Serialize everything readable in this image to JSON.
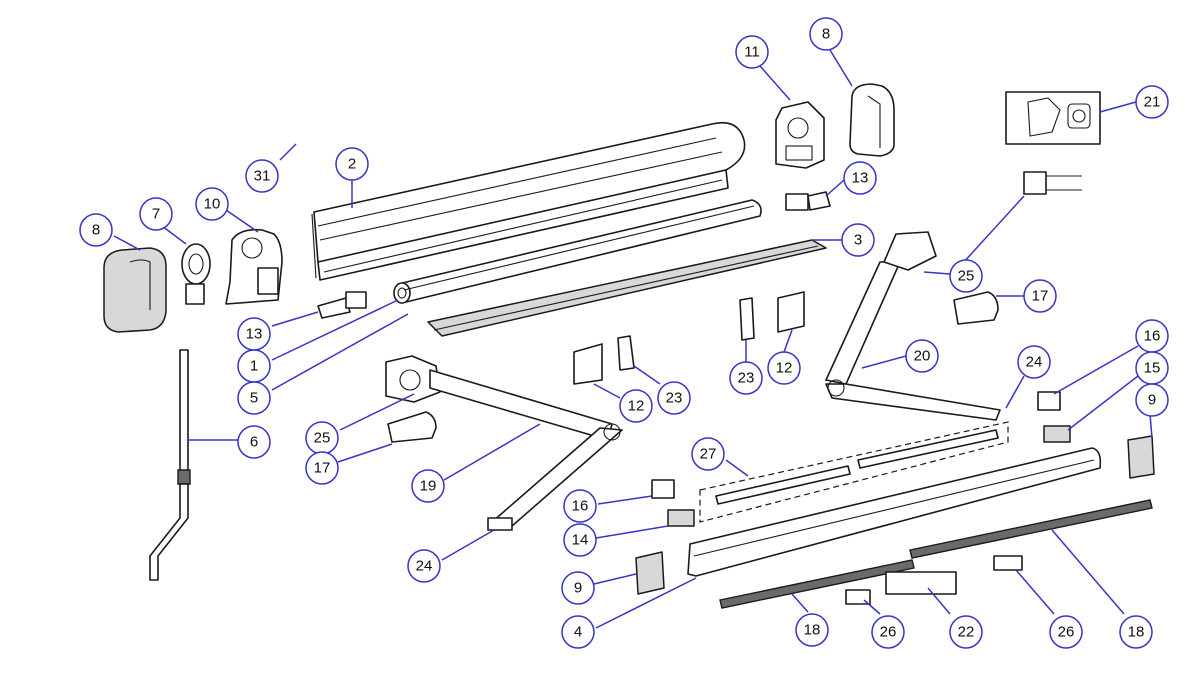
{
  "style": {
    "callout_color": "#3535c8",
    "line_color": "#1a1a1a"
  },
  "callouts": [
    {
      "id": "c31",
      "label": "31"
    },
    {
      "id": "c2",
      "label": "2"
    },
    {
      "id": "c11",
      "label": "11"
    },
    {
      "id": "c8a",
      "label": "8"
    },
    {
      "id": "c21",
      "label": "21"
    },
    {
      "id": "c10",
      "label": "10"
    },
    {
      "id": "c7",
      "label": "7"
    },
    {
      "id": "c8b",
      "label": "8"
    },
    {
      "id": "c13a",
      "label": "13"
    },
    {
      "id": "c3",
      "label": "3"
    },
    {
      "id": "c25a",
      "label": "25"
    },
    {
      "id": "c17a",
      "label": "17"
    },
    {
      "id": "c13b",
      "label": "13"
    },
    {
      "id": "c1",
      "label": "1"
    },
    {
      "id": "c5",
      "label": "5"
    },
    {
      "id": "c20",
      "label": "20"
    },
    {
      "id": "c23a",
      "label": "23"
    },
    {
      "id": "c12a",
      "label": "12"
    },
    {
      "id": "c16a",
      "label": "16"
    },
    {
      "id": "c15",
      "label": "15"
    },
    {
      "id": "c24a",
      "label": "24"
    },
    {
      "id": "c6",
      "label": "6"
    },
    {
      "id": "c12b",
      "label": "12"
    },
    {
      "id": "c23b",
      "label": "23"
    },
    {
      "id": "c9a",
      "label": "9"
    },
    {
      "id": "c25b",
      "label": "25"
    },
    {
      "id": "c17b",
      "label": "17"
    },
    {
      "id": "c19",
      "label": "19"
    },
    {
      "id": "c27",
      "label": "27"
    },
    {
      "id": "c16b",
      "label": "16"
    },
    {
      "id": "c14",
      "label": "14"
    },
    {
      "id": "c24b",
      "label": "24"
    },
    {
      "id": "c9b",
      "label": "9"
    },
    {
      "id": "c4",
      "label": "4"
    },
    {
      "id": "c18a",
      "label": "18"
    },
    {
      "id": "c26a",
      "label": "26"
    },
    {
      "id": "c22",
      "label": "22"
    },
    {
      "id": "c26b",
      "label": "26"
    },
    {
      "id": "c18b",
      "label": "18"
    }
  ]
}
